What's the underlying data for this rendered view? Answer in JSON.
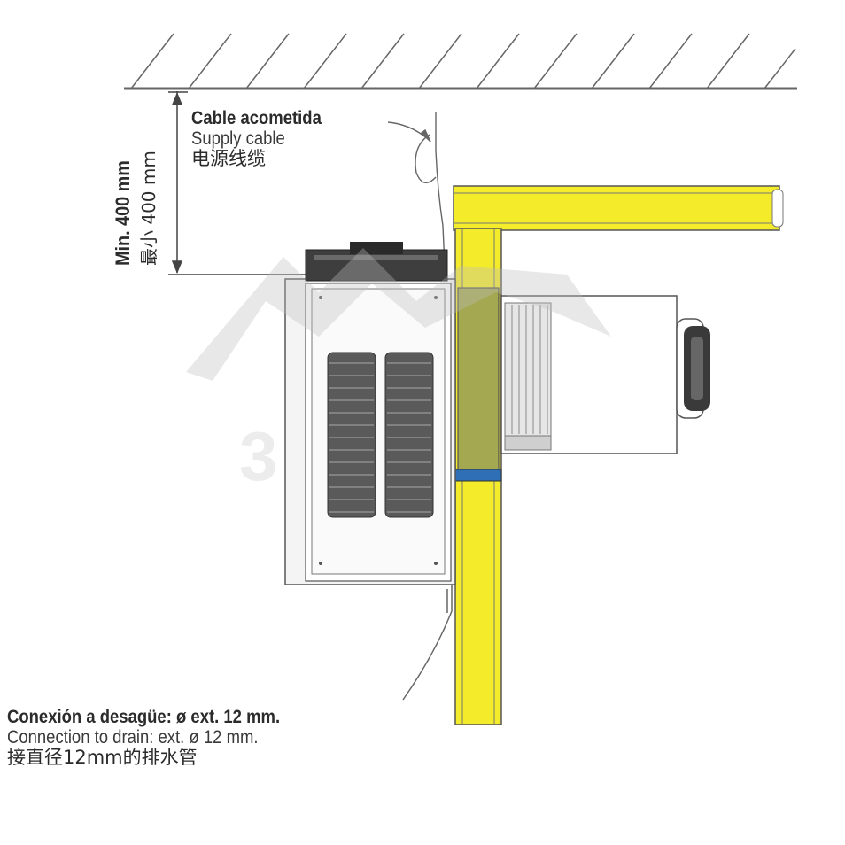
{
  "cable_label": {
    "es": "Cable acometida",
    "en": "Supply cable",
    "zh": "电源线缆"
  },
  "dimension_label": {
    "en": "Min. 400 mm",
    "zh": "最小 400 mm"
  },
  "drain_label": {
    "es": "Conexión a desagüe: ø ext. 12 mm.",
    "en": "Connection to drain: ext. ø 12 mm.",
    "zh": "接直径12mm的排水管"
  },
  "watermark_text": "3",
  "colors": {
    "insulation_panel": "#f4ec2a",
    "outline": "#555555",
    "seal_band": "#2f6fb5",
    "panel_inner": "#a4a850",
    "coil": "#4a4a4a",
    "fin": "#c8c8c8"
  }
}
